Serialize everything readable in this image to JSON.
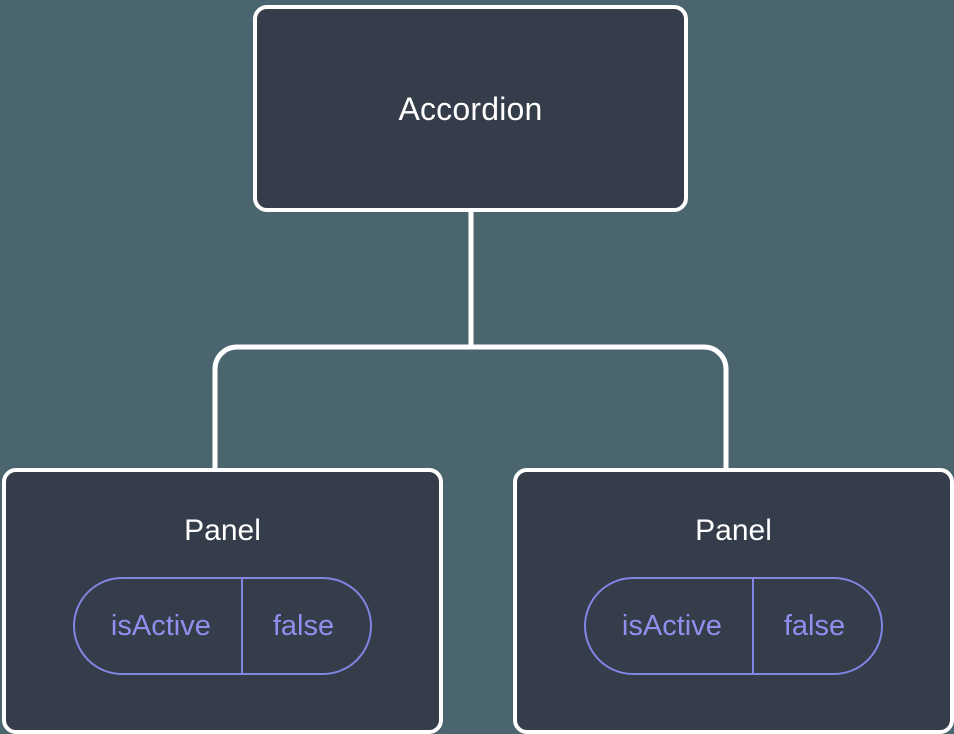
{
  "canvas": {
    "background_color": "#4b656f",
    "node_fill_color": "#353c4a",
    "node_border_color": "#ffffff",
    "edge_color": "#ffffff",
    "prop_accent_color": "#8185e3",
    "prop_text_color": "#8e90ee",
    "title_text_color": "#ffffff"
  },
  "tree": {
    "root": {
      "title": "Accordion"
    },
    "children": [
      {
        "title": "Panel",
        "props": [
          {
            "key": "isActive",
            "value": "false"
          }
        ]
      },
      {
        "title": "Panel",
        "props": [
          {
            "key": "isActive",
            "value": "false"
          }
        ]
      }
    ]
  }
}
